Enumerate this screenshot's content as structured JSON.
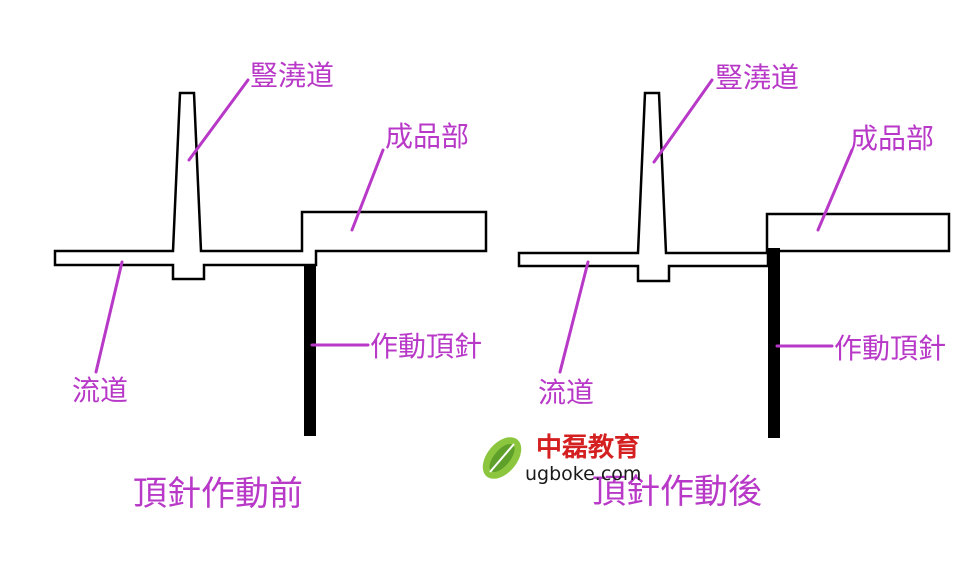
{
  "panels": [
    {
      "caption": "頂針作動前",
      "labels": {
        "sprue": "豎澆道",
        "product": "成品部",
        "runner": "流道",
        "ejector_pin": "作動頂針"
      }
    },
    {
      "caption": "頂針作動後",
      "labels": {
        "sprue": "豎澆道",
        "product": "成品部",
        "runner": "流道",
        "ejector_pin": "作動頂針"
      }
    }
  ],
  "watermark": {
    "brand": "中磊教育",
    "url": "ugboke.com"
  },
  "colors": {
    "label": "#b838c8",
    "outline": "#000000",
    "logo_red": "#d42020",
    "logo_green": "#7cc242"
  }
}
